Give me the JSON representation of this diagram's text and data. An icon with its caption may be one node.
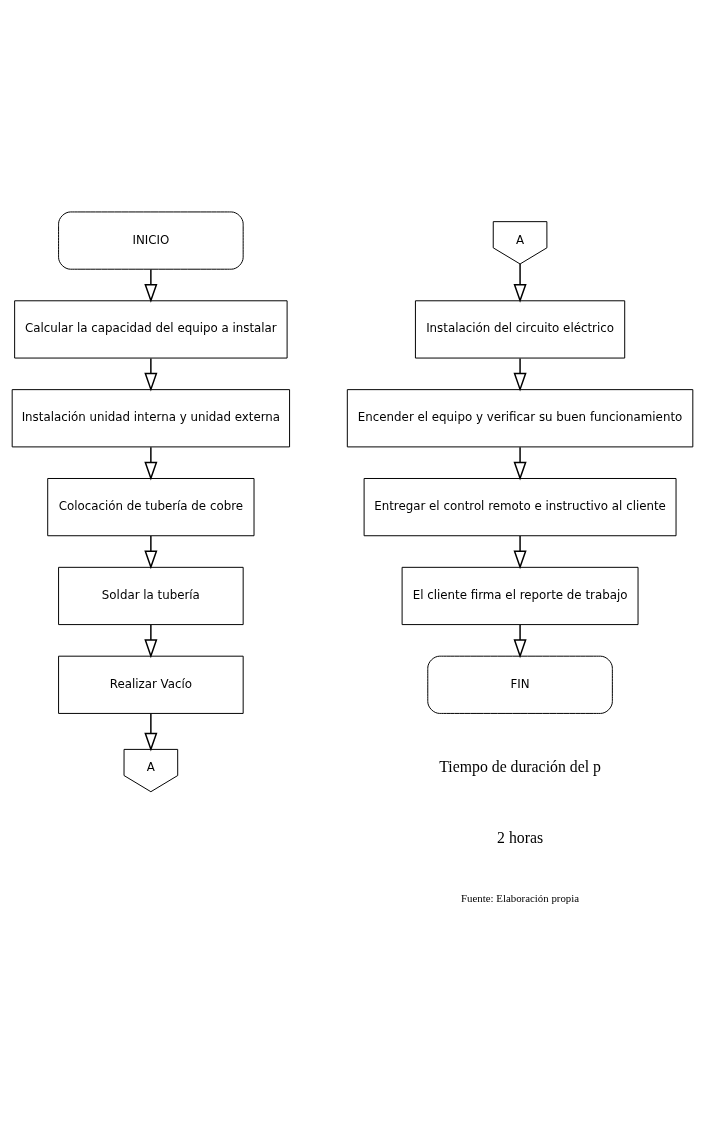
{
  "diagram": {
    "nodes": [
      {
        "text": [
          "INICIO"
        ]
      },
      {
        "text": [
          "Calcular la capacidad del equipo a instalar"
        ]
      },
      {
        "text": [
          "Instalación unidad interna y unidad externa"
        ]
      },
      {
        "text": [
          "Colocación de tubería de cobre"
        ]
      },
      {
        "text": [
          "Soldar la tubería"
        ]
      },
      {
        "text": [
          "Realizar Vacío"
        ]
      },
      {
        "text": [
          "A"
        ]
      },
      {
        "text": [
          "A"
        ]
      },
      {
        "text": [
          "Instalación del circuito eléctrico"
        ]
      },
      {
        "text": [
          "Encender el equipo y verificar su buen funcionamiento"
        ]
      },
      {
        "text": [
          "Entregar el control remoto e instructivo al cliente"
        ]
      },
      {
        "text": [
          "El cliente firma el reporte de trabajo"
        ]
      },
      {
        "text": [
          "FIN"
        ]
      }
    ],
    "edges": [
      {
        "from": 0,
        "to": 1,
        "arrow": "to"
      },
      {
        "from": 1,
        "to": 2,
        "arrow": "to"
      },
      {
        "from": 2,
        "to": 3,
        "arrow": "to"
      },
      {
        "from": 3,
        "to": 4,
        "arrow": "to"
      },
      {
        "from": 4,
        "to": 5,
        "arrow": "to"
      },
      {
        "from": 5,
        "to": 6,
        "arrow": "to"
      },
      {
        "from": 7,
        "to": 8,
        "arrow": "to"
      },
      {
        "from": 8,
        "to": 9,
        "arrow": "to"
      },
      {
        "from": 9,
        "to": 10,
        "arrow": "to"
      },
      {
        "from": 10,
        "to": 11,
        "arrow": "to"
      },
      {
        "from": 11,
        "to": 12,
        "arrow": "to"
      }
    ],
    "labels": [
      "Tiempo de duración del p",
      "2 horas",
      "Fuente: Elaboración propia"
    ]
  }
}
